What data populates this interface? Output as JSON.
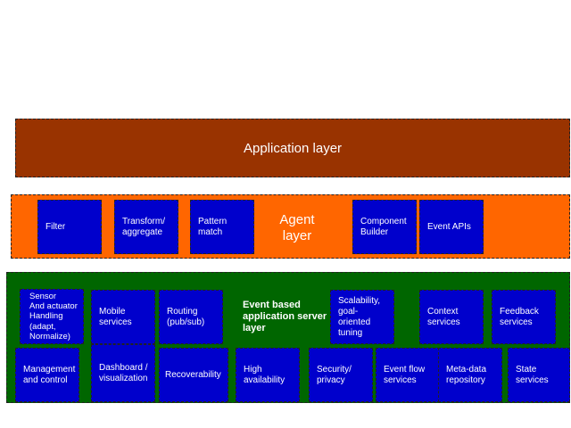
{
  "colors": {
    "application_layer": "#993300",
    "agent_layer": "#ff6600",
    "event_server_layer": "#006600",
    "box": "#0000cc",
    "text": "#ffffff"
  },
  "application_layer": {
    "label": "Application layer"
  },
  "agent_layer": {
    "label": "Agent\nlayer",
    "boxes": [
      "Filter",
      "Transform/\naggregate",
      "Pattern\nmatch",
      "Component\nBuilder",
      "Event APIs"
    ]
  },
  "event_server_layer": {
    "label": "Event based\napplication server\nlayer",
    "top_row": [
      "Sensor\nAnd actuator\nHandling\n(adapt,\nNormalize)",
      "Mobile\nservices",
      "Routing\n(pub/sub)",
      "Scalability,\ngoal-oriented\ntuning",
      "Context\nservices",
      "Feedback\nservices"
    ],
    "bottom_row": [
      "Management\nand control",
      "Dashboard /\nvisualization",
      "Recoverability",
      "High\navailability",
      "Security/\nprivacy",
      "Event flow\nservices",
      "Meta-data\nrepository",
      "State\nservices"
    ]
  }
}
